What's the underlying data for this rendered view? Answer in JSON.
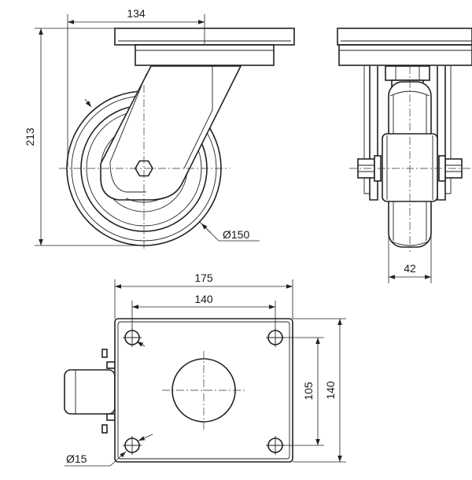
{
  "dimensions": {
    "mount_width": "134",
    "total_height": "213",
    "wheel_diameter": "Ø150",
    "wheel_width": "42",
    "plate_width": "175",
    "hole_spacing_x": "140",
    "hole_spacing_y": "105",
    "plate_length": "140",
    "hole_diameter": "Ø15"
  }
}
